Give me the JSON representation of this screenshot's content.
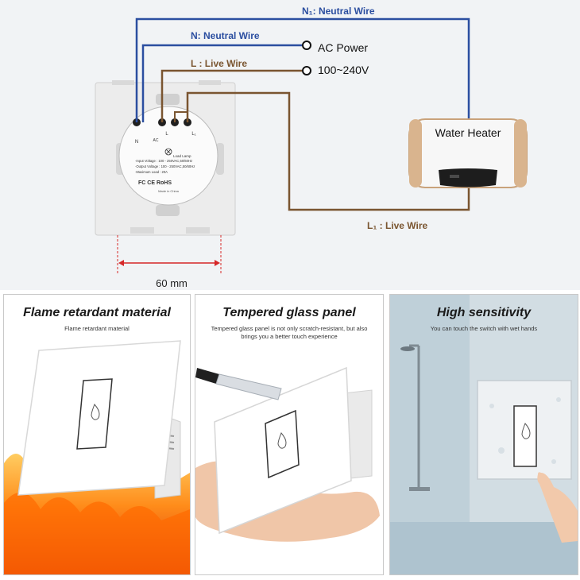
{
  "diagram": {
    "n1_wire": "N₁: Neutral Wire",
    "n_wire": "N: Neutral Wire",
    "l_wire": "L : Live Wire",
    "l1_wire": "L₁ : Live Wire",
    "ac_power": "AC Power",
    "voltage": "100~240V",
    "heater": "Water Heater",
    "dimension": "60 mm",
    "switch_back": {
      "terminal_n": "N",
      "terminal_l": "L",
      "terminal_l1": "L₁",
      "ac_label": "AC",
      "load_label": "Load Lamp",
      "specs": [
        "·Input Voltage : 100 - 250VAC,50/60Hz",
        "·Output Voltage : 100 - 250VAC,50/60Hz",
        "·Maximum Load : 20A"
      ],
      "cert": "FC CE RoHS",
      "origin": "Made in China"
    }
  },
  "panels": [
    {
      "title": "Flame retardant material",
      "subtitle": "Flame retardant material"
    },
    {
      "title": "Tempered glass panel",
      "subtitle": "Tempered glass panel is not only scratch-resistant, but also brings you a better touch experience"
    },
    {
      "title": "High sensitivity",
      "subtitle": "You can touch the switch with wet hands"
    }
  ],
  "colors": {
    "neutral": "#2b4ea0",
    "live": "#7a5530",
    "dimension": "#d62828",
    "background": "#f1f3f5"
  }
}
